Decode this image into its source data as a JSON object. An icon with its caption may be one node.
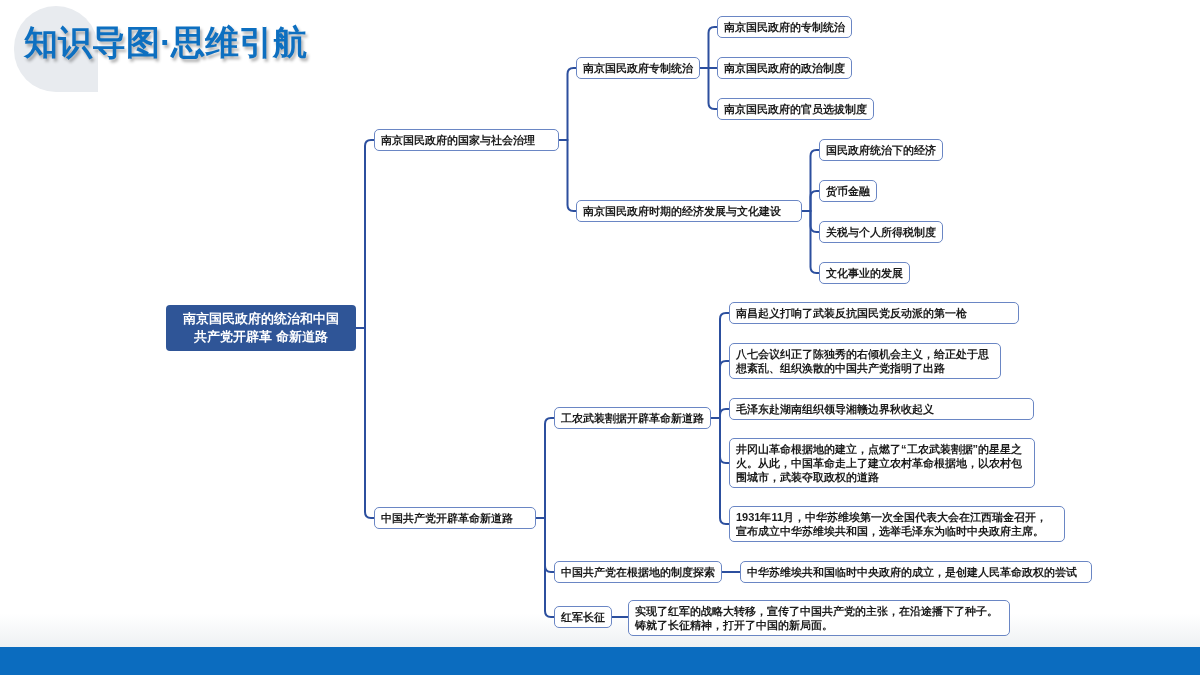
{
  "diagram": {
    "title": "知识导图·思维引航",
    "nodes": [
      {
        "text": [
          "南京国民政府的统治和中国共产党开辟革 命新道路"
        ]
      },
      {
        "text": [
          "南京国民政府的国家与社会治理"
        ]
      },
      {
        "text": [
          "南京国民政府专制统治"
        ]
      },
      {
        "text": [
          "南京国民政府的专制统治"
        ]
      },
      {
        "text": [
          "南京国民政府的政治制度"
        ]
      },
      {
        "text": [
          "南京国民政府的官员选拔制度"
        ]
      },
      {
        "text": [
          "南京国民政府时期的经济发展与文化建设"
        ]
      },
      {
        "text": [
          "国民政府统治下的经济"
        ]
      },
      {
        "text": [
          "货币金融"
        ]
      },
      {
        "text": [
          "关税与个人所得税制度"
        ]
      },
      {
        "text": [
          "文化事业的发展"
        ]
      },
      {
        "text": [
          "中国共产党开辟革命新道路"
        ]
      },
      {
        "text": [
          "工农武装割据开辟革命新道路"
        ]
      },
      {
        "text": [
          "南昌起义打响了武装反抗国民党反动派的第一枪"
        ]
      },
      {
        "text": [
          "八七会议纠正了陈独秀的右倾机会主义，给正处于思想紊乱、组织涣散的中国共产党指明了出路"
        ]
      },
      {
        "text": [
          "毛泽东赴湖南组织领导湘赣边界秋收起义"
        ]
      },
      {
        "text": [
          "井冈山革命根据地的建立，点燃了“工农武装割据”的星星之火。从此，中国革命走上了建立农村革命根据地，以农村包围城市，武装夺取政权的道路"
        ]
      },
      {
        "text": [
          "1931年11月，中华苏维埃第一次全国代表大会在江西瑞金召开，宣布成立中华苏维埃共和国，选举毛泽东为临时中央政府主席。"
        ]
      },
      {
        "text": [
          "中国共产党在根据地的制度探索"
        ]
      },
      {
        "text": [
          "中华苏维埃共和国临时中央政府的成立，是创建人民革命政权的尝试"
        ]
      },
      {
        "text": [
          "红军长征"
        ]
      },
      {
        "text": [
          "实现了红军的战略大转移，宣传了中国共产党的主张，在沿途播下了种子。铸就了长征精神，打开了中国的新局面。"
        ]
      }
    ],
    "edges": [
      {
        "from": 0,
        "to": 1,
        "arrow": "none"
      },
      {
        "from": 0,
        "to": 11,
        "arrow": "none"
      },
      {
        "from": 1,
        "to": 2,
        "arrow": "none"
      },
      {
        "from": 1,
        "to": 6,
        "arrow": "none"
      },
      {
        "from": 2,
        "to": 3,
        "arrow": "none"
      },
      {
        "from": 2,
        "to": 4,
        "arrow": "none"
      },
      {
        "from": 2,
        "to": 5,
        "arrow": "none"
      },
      {
        "from": 6,
        "to": 7,
        "arrow": "none"
      },
      {
        "from": 6,
        "to": 8,
        "arrow": "none"
      },
      {
        "from": 6,
        "to": 9,
        "arrow": "none"
      },
      {
        "from": 6,
        "to": 10,
        "arrow": "none"
      },
      {
        "from": 11,
        "to": 12,
        "arrow": "none"
      },
      {
        "from": 11,
        "to": 18,
        "arrow": "none"
      },
      {
        "from": 11,
        "to": 20,
        "arrow": "none"
      },
      {
        "from": 12,
        "to": 13,
        "arrow": "none"
      },
      {
        "from": 12,
        "to": 14,
        "arrow": "none"
      },
      {
        "from": 12,
        "to": 15,
        "arrow": "none"
      },
      {
        "from": 12,
        "to": 16,
        "arrow": "none"
      },
      {
        "from": 12,
        "to": 17,
        "arrow": "none"
      },
      {
        "from": 18,
        "to": 19,
        "arrow": "none"
      },
      {
        "from": 20,
        "to": 21,
        "arrow": "none"
      }
    ]
  }
}
